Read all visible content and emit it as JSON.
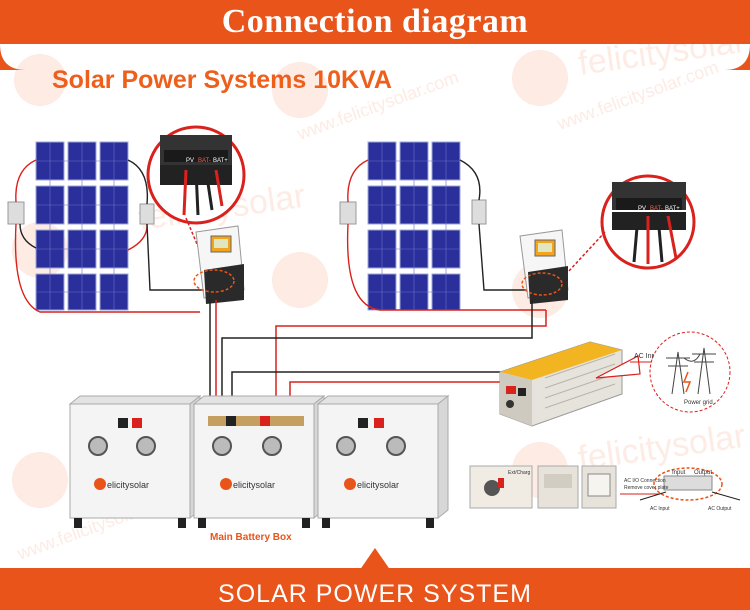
{
  "header": {
    "title": "Connection diagram"
  },
  "subtitle": "Solar Power Systems  10KVA",
  "watermark": {
    "brand": "felicitysolar",
    "url": "www.felicitysolar.com"
  },
  "charge_controller": {
    "terminal_labels": [
      "PV",
      "BAT-",
      "BAT+"
    ]
  },
  "inverter": {
    "ac_input_label": "AC Input",
    "power_grid_label": "Power grid"
  },
  "batteries": {
    "brand_label": "elicitysolar",
    "main_label": "Main Battery Box"
  },
  "detail_strip": {
    "callout_top": "Ext/Charg",
    "connection_label": "AC I/O Connection",
    "remove_label": "Remove cover plate",
    "input_label": "Input",
    "output_label": "Output",
    "ac_input_label": "AC Input",
    "ac_output_label": "AC Output"
  },
  "footer": {
    "title": "SOLAR POWER SYSTEM"
  },
  "colors": {
    "accent": "#e8541a",
    "subtitle": "#ee5f1c",
    "panel_blue": "#2a2f9c",
    "wire_red": "#d9211d",
    "wire_black": "#222222"
  }
}
